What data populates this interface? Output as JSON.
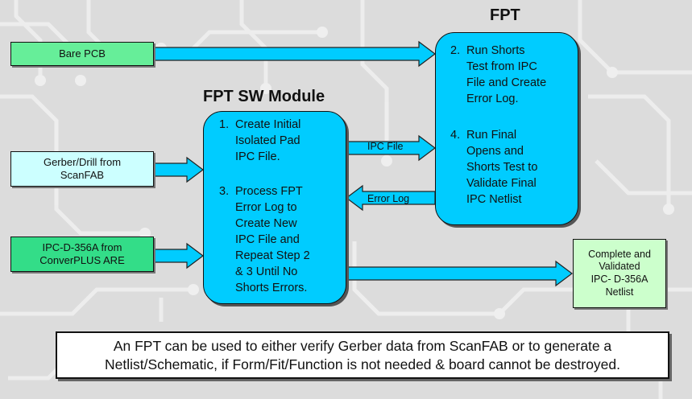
{
  "colors": {
    "background": "#dcdcdc",
    "trace": "#efefef",
    "cyan": "#00ccff",
    "green_light": "#ccffcc",
    "green_mid": "#66ee99",
    "cyan_light": "#ccffff",
    "arrow": "#00ccff",
    "arrow_stroke": "#222222"
  },
  "inputs": {
    "bare_pcb": "Bare PCB",
    "gerber_drill": "Gerber/Drill from\nScanFAB",
    "ipc_converplus": "IPC-D-356A from\nConverPLUS ARE"
  },
  "output": {
    "label": "Complete and\nValidated\nIPC- D-356A\nNetlist"
  },
  "sw_module": {
    "title": "FPT SW Module",
    "step1_num": "1.",
    "step1_text": "Create Initial\nIsolated Pad\nIPC File.",
    "step3_num": "3.",
    "step3_text": "Process FPT\nError Log to\nCreate New\nIPC File and\nRepeat Step 2\n& 3 Until No\nShorts Errors."
  },
  "fpt": {
    "title": "FPT",
    "step2_num": "2.",
    "step2_text": "Run Shorts\nTest from IPC\nFile and Create\nError Log.",
    "step4_num": "4.",
    "step4_text": "Run Final\nOpens and\nShorts Test to\nValidate Final\nIPC Netlist"
  },
  "arrows": {
    "ipc_file": "IPC File",
    "error_log": "Error Log"
  },
  "note": "An FPT can be used to either verify Gerber data from ScanFAB or to generate a\nNetlist/Schematic, if Form/Fit/Function is not needed & board cannot be destroyed."
}
